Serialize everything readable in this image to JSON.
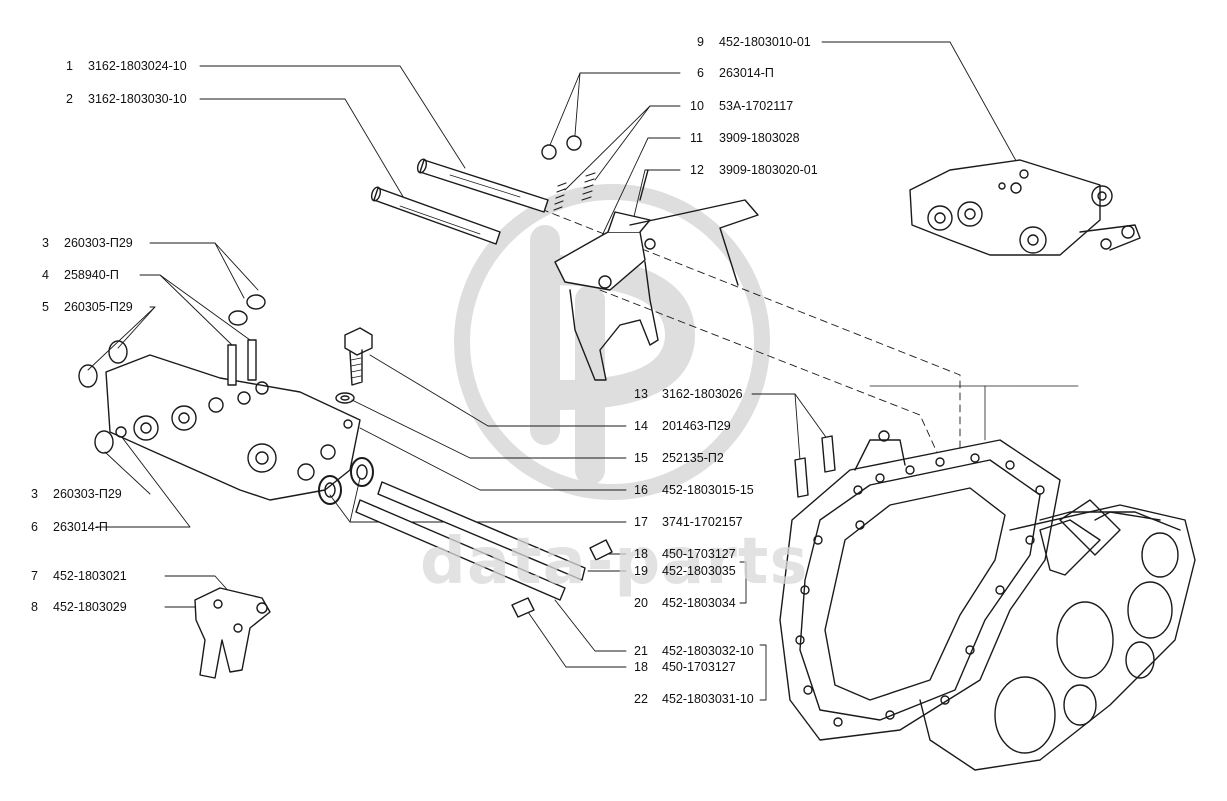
{
  "watermark": {
    "text": "data-parts",
    "color": "#d4d4d4"
  },
  "callouts": [
    {
      "no": "1",
      "part": "3162-1803024-10"
    },
    {
      "no": "2",
      "part": "3162-1803030-10"
    },
    {
      "no": "3",
      "part": "260303-П29"
    },
    {
      "no": "4",
      "part": "258940-П"
    },
    {
      "no": "5",
      "part": "260305-П29"
    },
    {
      "no": "3",
      "part": "260303-П29"
    },
    {
      "no": "6",
      "part": "263014-П"
    },
    {
      "no": "7",
      "part": "452-1803021"
    },
    {
      "no": "8",
      "part": "452-1803029"
    },
    {
      "no": "9",
      "part": "452-1803010-01"
    },
    {
      "no": "6",
      "part": "263014-П"
    },
    {
      "no": "10",
      "part": "53А-1702117"
    },
    {
      "no": "11",
      "part": "3909-1803028"
    },
    {
      "no": "12",
      "part": "3909-1803020-01"
    },
    {
      "no": "13",
      "part": "3162-1803026"
    },
    {
      "no": "14",
      "part": "201463-П29"
    },
    {
      "no": "15",
      "part": "252135-П2"
    },
    {
      "no": "16",
      "part": "452-1803015-15"
    },
    {
      "no": "17",
      "part": "3741-1702157"
    },
    {
      "no": "18",
      "part": "450-1703127"
    },
    {
      "no": "19",
      "part": "452-1803035"
    },
    {
      "no": "20",
      "part": "452-1803034"
    },
    {
      "no": "21",
      "part": "452-1803032-10"
    },
    {
      "no": "18",
      "part": "450-1703127"
    },
    {
      "no": "22",
      "part": "452-1803031-10"
    }
  ]
}
